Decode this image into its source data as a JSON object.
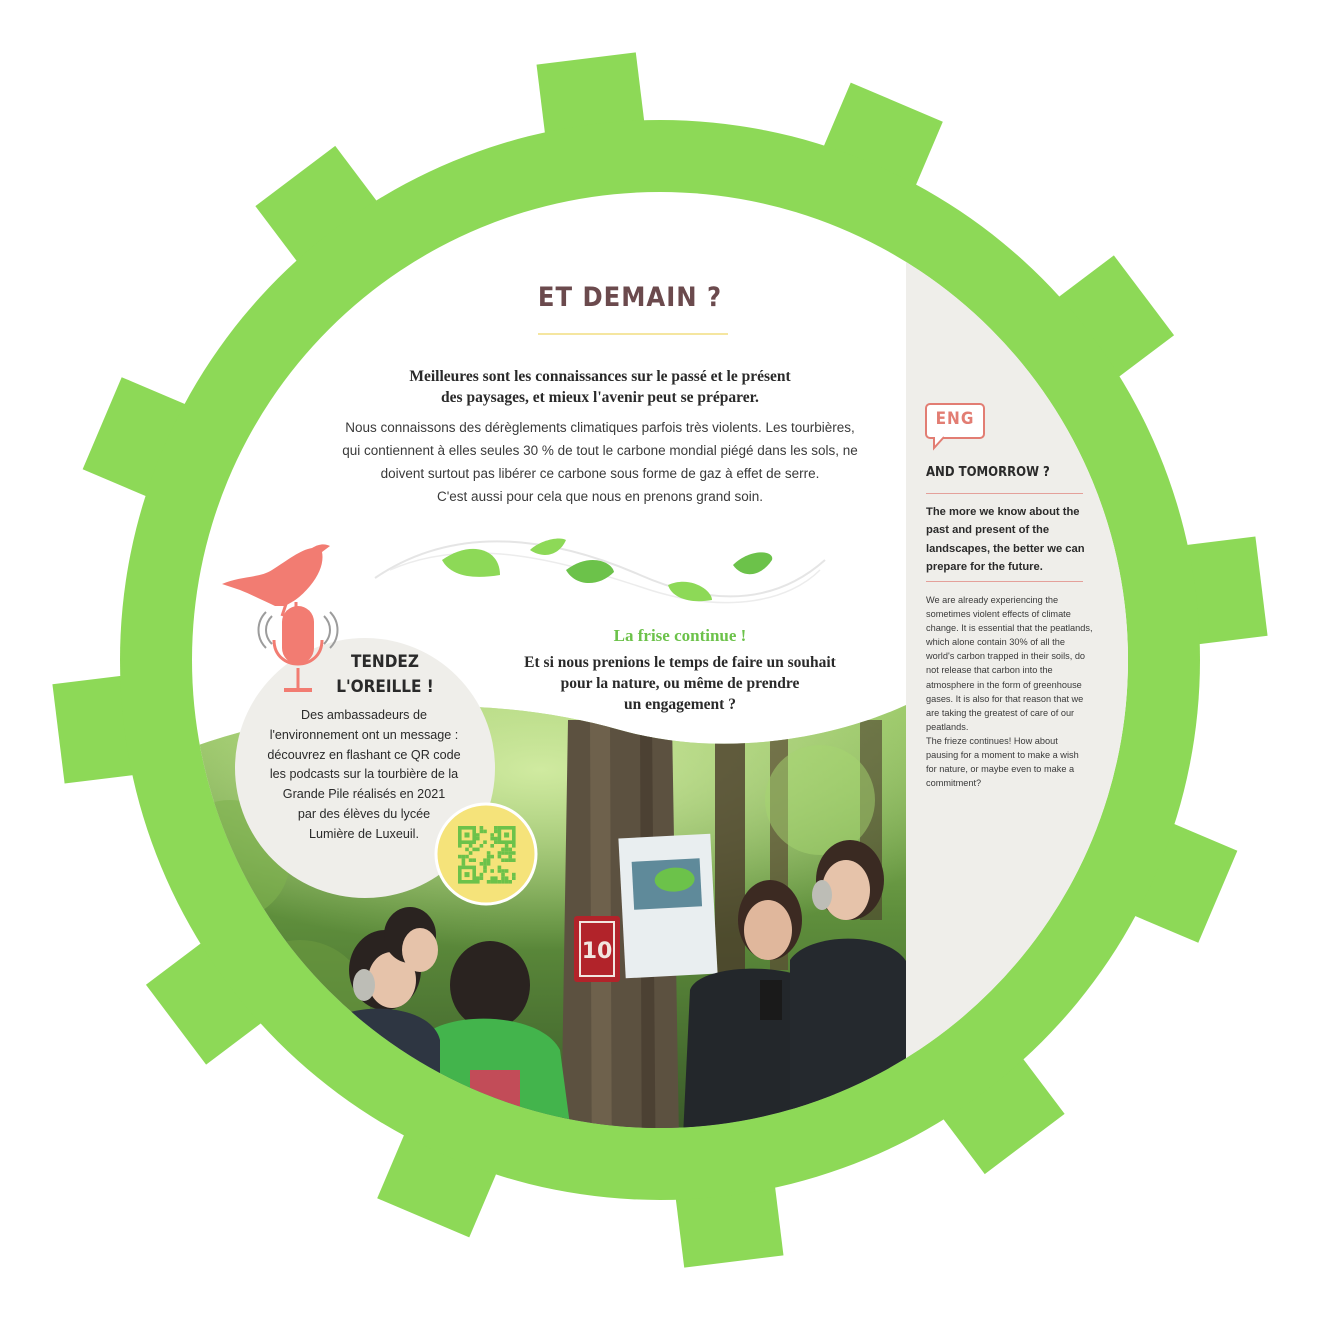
{
  "colors": {
    "gear_green": "#8dd957",
    "side_panel": "#efeeea",
    "title_brown": "#6b4a4d",
    "accent_coral": "#e27d73",
    "leaf_green": "#6cc24a",
    "qr_yellow": "#f5e37a"
  },
  "title": "ET DEMAIN ?",
  "lead_lines": [
    "Meilleures sont les connaissances sur le passé et le présent",
    "des paysages, et mieux l'avenir peut se préparer."
  ],
  "body_lines": [
    "Nous connaissons des dérèglements climatiques parfois très violents. Les tourbières,",
    "qui contiennent à elles seules 30 % de tout le carbone mondial piégé dans les sols, ne",
    "doivent surtout pas libérer ce carbone sous forme de gaz à effet de serre.",
    "C'est aussi pour cela que nous en prenons grand soin."
  ],
  "frise": {
    "title": "La frise continue !",
    "lines": [
      "Et si nous prenions le temps de faire un souhait",
      "pour la nature, ou même de prendre",
      "un engagement ?"
    ]
  },
  "tendez": {
    "title_lines": [
      "TENDEZ",
      "L'OREILLE !"
    ],
    "text_lines": [
      "Des ambassadeurs de",
      "l'environnement ont un message :",
      "découvrez en flashant ce QR code",
      "les podcasts sur la tourbière de la",
      "Grande Pile réalisés en 2021",
      "par des élèves du lycée",
      "Lumière de Luxeuil."
    ]
  },
  "photo": {
    "tree_marker": "10"
  },
  "eng": {
    "badge": "ENG",
    "title": "AND TOMORROW ?",
    "lead_lines": [
      "The more we know about the",
      "past and present of the",
      "landscapes, the better we can",
      "prepare for the future."
    ],
    "body_lines": [
      "We are already experiencing the",
      "sometimes violent effects of climate",
      "change. It is essential that the peatlands,",
      "which alone contain 30% of all the",
      "world's carbon trapped in their soils, do",
      "not release that carbon into the",
      "atmosphere in the form of greenhouse",
      "gases. It is also for that reason that we",
      "are taking the greatest of care of our",
      "peatlands.",
      "The frieze continues! How about",
      "pausing for a moment to make a wish",
      "for nature, or maybe even to make a",
      "commitment?"
    ]
  }
}
